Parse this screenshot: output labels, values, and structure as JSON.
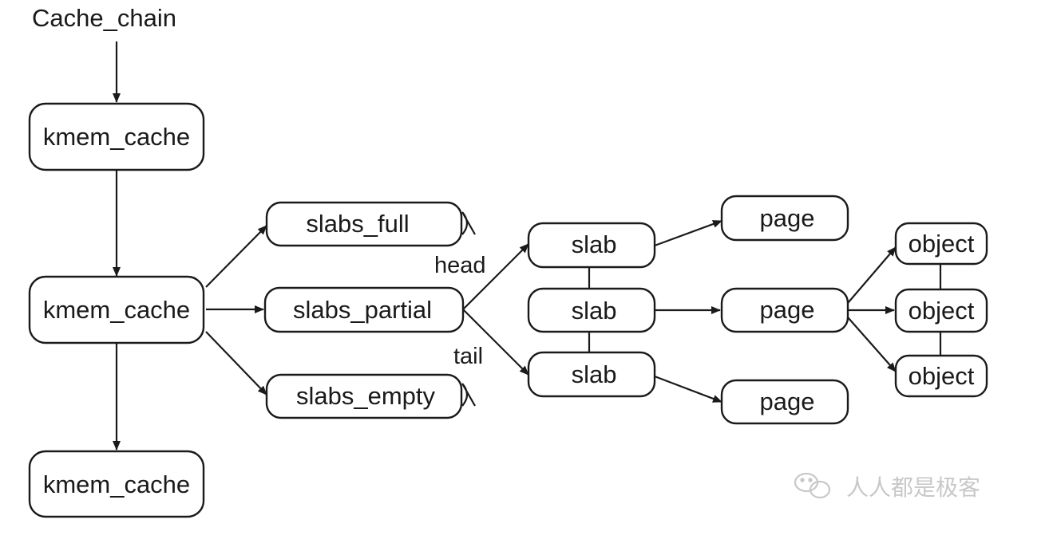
{
  "diagram": {
    "title": "Cache_chain",
    "nodes": {
      "kmem_cache_1": "kmem_cache",
      "kmem_cache_2": "kmem_cache",
      "kmem_cache_3": "kmem_cache",
      "slabs_full": "slabs_full",
      "slabs_partial": "slabs_partial",
      "slabs_empty": "slabs_empty",
      "slab_1": "slab",
      "slab_2": "slab",
      "slab_3": "slab",
      "page_1": "page",
      "page_2": "page",
      "page_3": "page",
      "object_1": "object",
      "object_2": "object",
      "object_3": "object"
    },
    "edge_labels": {
      "head": "head",
      "tail": "tail"
    }
  },
  "watermark": {
    "text": "人人都是极客",
    "icon": "wechat-icon"
  },
  "colors": {
    "stroke": "#1a1a1a",
    "background": "#ffffff",
    "watermark": "#c8c8c8"
  }
}
